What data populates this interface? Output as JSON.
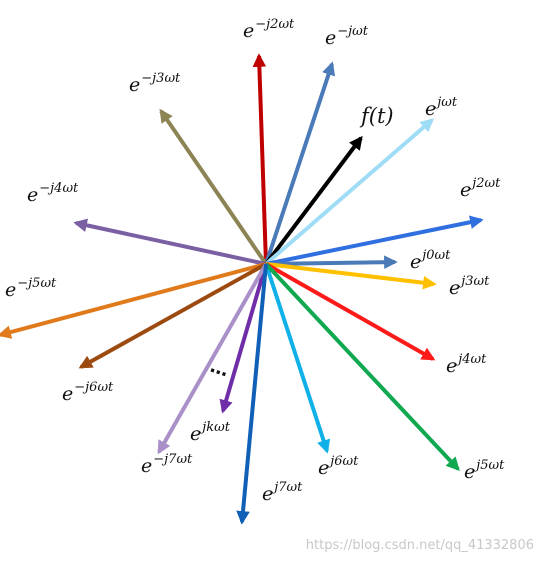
{
  "vectors": [
    {
      "id": "e-j2wt",
      "base": "e",
      "sup": "−j2ωt",
      "color": "#c00000"
    },
    {
      "id": "e-jwt",
      "base": "e",
      "sup": "−jωt",
      "color": "#4a7ab8"
    },
    {
      "id": "e-j3wt",
      "base": "e",
      "sup": "−j3ωt",
      "color": "#8c8455"
    },
    {
      "id": "ft",
      "text": "f(t)",
      "color": "#000000"
    },
    {
      "id": "ejwt",
      "base": "e",
      "sup": "jωt",
      "color": "#9fdcf5"
    },
    {
      "id": "e-j4wt",
      "base": "e",
      "sup": "−j4ωt",
      "color": "#7a5fa3"
    },
    {
      "id": "ej2wt",
      "base": "e",
      "sup": "j2ωt",
      "color": "#2f6fe0"
    },
    {
      "id": "ej0wt",
      "base": "e",
      "sup": "j0ωt",
      "color": "#4a7ab8"
    },
    {
      "id": "e-j5wt",
      "base": "e",
      "sup": "−j5ωt",
      "color": "#e07a1a"
    },
    {
      "id": "ej3wt",
      "base": "e",
      "sup": "j3ωt",
      "color": "#ffc000"
    },
    {
      "id": "e-j6wt",
      "base": "e",
      "sup": "−j6ωt",
      "color": "#9c4a0f"
    },
    {
      "id": "ej4wt",
      "base": "e",
      "sup": "j4ωt",
      "color": "#ff1a1a"
    },
    {
      "id": "ejkwt",
      "base": "e",
      "sup": "jkωt",
      "color": "#6f2da8"
    },
    {
      "id": "e-j7wt",
      "base": "e",
      "sup": "−j7ωt",
      "color": "#a990c8"
    },
    {
      "id": "ej6wt",
      "base": "e",
      "sup": "j6ωt",
      "color": "#10b0e8"
    },
    {
      "id": "ej5wt",
      "base": "e",
      "sup": "j5ωt",
      "color": "#10a850"
    },
    {
      "id": "ej7wt",
      "base": "e",
      "sup": "j7ωt",
      "color": "#1060b8"
    }
  ],
  "ellipsis": "⋯",
  "watermark": "https://blog.csdn.net/qq_41332806"
}
